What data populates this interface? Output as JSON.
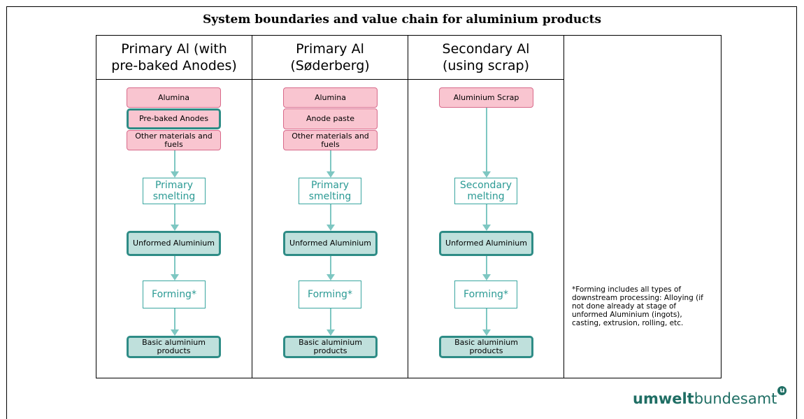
{
  "title": "System boundaries and value chain for aluminium products",
  "columns": [
    {
      "heading_line1": "Primary Al (with",
      "heading_line2": "pre-baked Anodes)",
      "inputs": [
        "Alumina",
        "Pre-baked Anodes",
        "Other materials and fuels"
      ],
      "process": "Primary smelting",
      "intermediate": "Unformed Aluminium",
      "forming": "Forming*",
      "product": "Basic aluminium products"
    },
    {
      "heading_line1": "Primary Al",
      "heading_line2": "(Søderberg)",
      "inputs": [
        "Alumina",
        "Anode paste",
        "Other materials and fuels"
      ],
      "process": "Primary smelting",
      "intermediate": "Unformed Aluminium",
      "forming": "Forming*",
      "product": "Basic aluminium products"
    },
    {
      "heading_line1": "Secondary Al",
      "heading_line2": "(using scrap)",
      "inputs": [
        "Aluminium Scrap"
      ],
      "process": "Secondary melting",
      "intermediate": "Unformed Aluminium",
      "forming": "Forming*",
      "product": "Basic aluminium products"
    }
  ],
  "footnote": "*Forming includes all types of downstream processing: Alloying (if not done already at stage of unformed Aluminium (ingots), casting, extrusion, rolling, etc.",
  "logo": {
    "bold": "umwelt",
    "regular": "bundesamt",
    "mark": "u"
  },
  "colors": {
    "input_fill": "#f9c5d0",
    "input_border": "#d8698a",
    "output_fill": "#bfe0dc",
    "accent": "#2e8c86",
    "arrow": "#7ec7c2"
  }
}
